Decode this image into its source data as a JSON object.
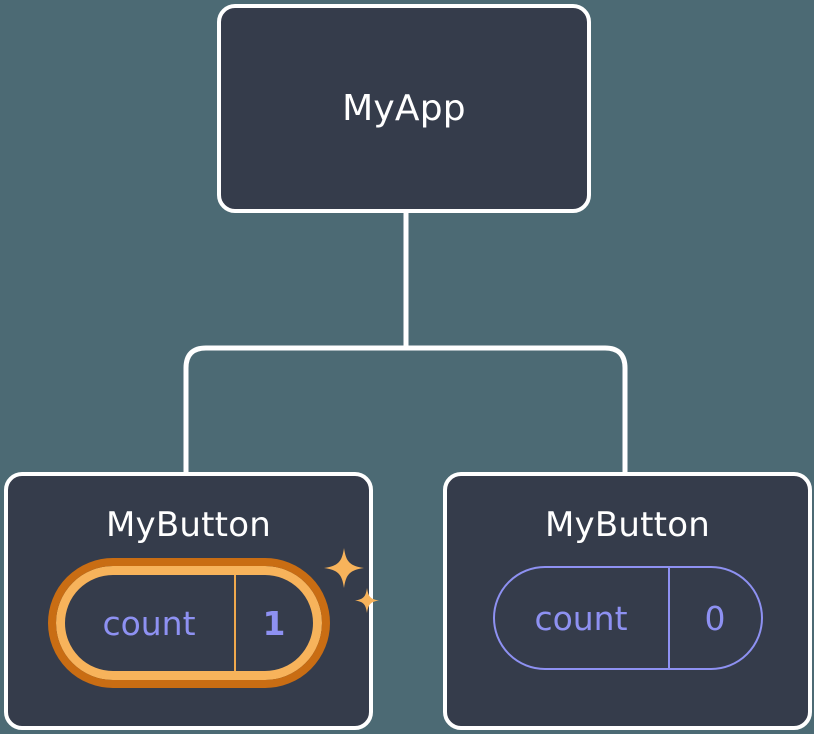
{
  "diagram": {
    "type": "component-tree",
    "title_node": "MyApp",
    "palette": {
      "background": "#4c6a74",
      "card_fill": "#353c4b",
      "card_border": "#ffffff",
      "connector": "#ffffff",
      "state_accent": "#8e91f2",
      "highlight_inner_ring": "#f7b35b",
      "highlight_outer_ring": "#c96d13",
      "sparkle": "#f7b35b"
    },
    "nodes": [
      {
        "id": "root",
        "label": "MyApp",
        "has_state": false,
        "highlighted": false
      },
      {
        "id": "child-left",
        "label": "MyButton",
        "has_state": true,
        "highlighted": true,
        "state": {
          "key": "count",
          "value": "1"
        },
        "sparkle_icons": [
          "sparkle-large-icon",
          "sparkle-small-icon"
        ]
      },
      {
        "id": "child-right",
        "label": "MyButton",
        "has_state": true,
        "highlighted": false,
        "state": {
          "key": "count",
          "value": "0"
        }
      }
    ],
    "edges": [
      {
        "from": "root",
        "to": "child-left"
      },
      {
        "from": "root",
        "to": "child-right"
      }
    ]
  }
}
